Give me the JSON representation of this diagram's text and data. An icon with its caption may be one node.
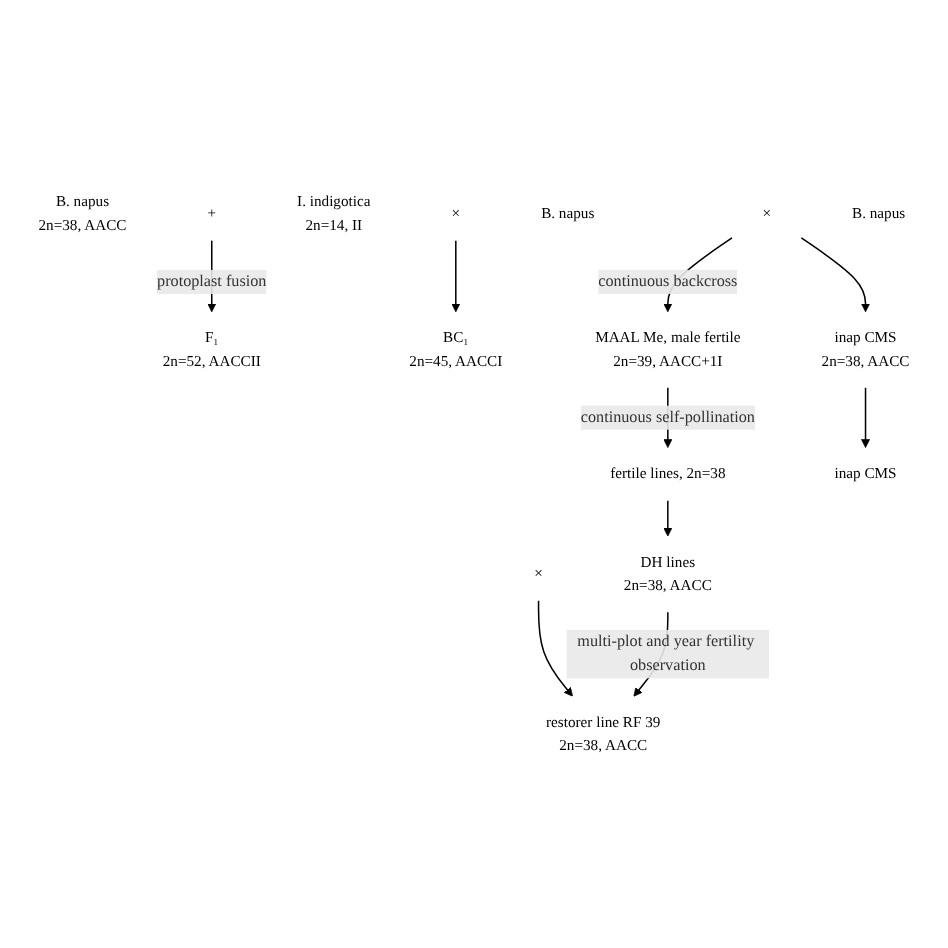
{
  "diagram": {
    "nodes": [
      {
        "text": [
          "B. napus",
          "2n=38, AACC"
        ]
      },
      {
        "text": [
          "+"
        ]
      },
      {
        "text": [
          "I. indigotica",
          "2n=14, II"
        ]
      },
      {
        "text": [
          "F₁",
          "2n=52, AACCII"
        ]
      },
      {
        "text": [
          "×"
        ]
      },
      {
        "text": [
          "B. napus"
        ]
      },
      {
        "text": [
          "BC₁",
          "2n=45, AACCI"
        ]
      },
      {
        "text": [
          "×"
        ]
      },
      {
        "text": [
          "B. napus"
        ]
      },
      {
        "text": [
          "inap CMS",
          "2n=38, AACC"
        ]
      },
      {
        "text": [
          "MAAL Me, male fertile",
          "2n=39, AACC+1I"
        ]
      },
      {
        "text": [
          "fertile lines, 2n=38"
        ]
      },
      {
        "text": [
          "DH lines",
          "2n=38, AACC"
        ]
      },
      {
        "text": [
          "inap CMS"
        ]
      },
      {
        "text": [
          "×"
        ]
      },
      {
        "text": [
          "restorer line RF 39",
          "2n=38, AACC"
        ]
      }
    ],
    "edges": [
      {
        "from": 1,
        "to": 3,
        "arrow": "to",
        "label": "protoplast fusion"
      },
      {
        "from": 4,
        "to": 6,
        "arrow": "to"
      },
      {
        "from": 7,
        "to": 9,
        "arrow": "to"
      },
      {
        "from": 7,
        "to": 10,
        "arrow": "to",
        "label": "continuous backcross"
      },
      {
        "from": 9,
        "to": 13,
        "arrow": "to"
      },
      {
        "from": 10,
        "to": 11,
        "arrow": "to",
        "label": "continuous self-pollination"
      },
      {
        "from": 11,
        "to": 12,
        "arrow": "to"
      },
      {
        "from": 14,
        "to": 15,
        "arrow": "to"
      },
      {
        "from": 12,
        "to": 15,
        "arrow": "to",
        "label": "multi-plot and year fertility observation"
      }
    ]
  }
}
